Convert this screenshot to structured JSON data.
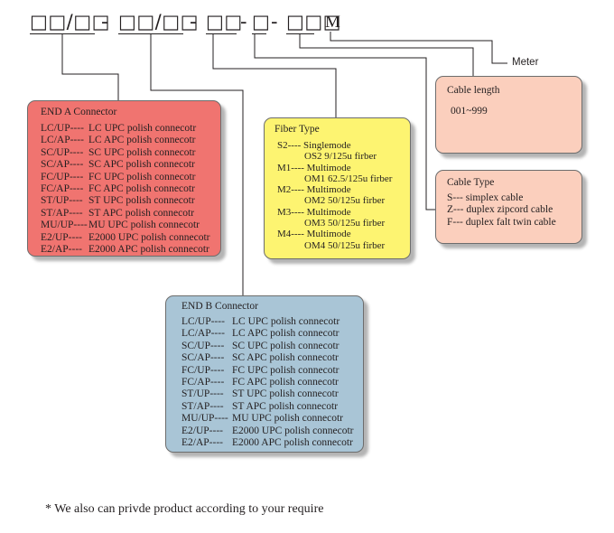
{
  "code": {
    "seg1": "□□/□□",
    "dash1": "-",
    "seg2": "□□/□□",
    "dash2": "-",
    "seg3": "□□",
    "dash3": "-",
    "seg4": "□",
    "dash4": "-",
    "seg5": "□□□",
    "seg6": "M"
  },
  "meter_label": "Meter",
  "end_a": {
    "title": "END A Connector",
    "items": [
      {
        "code": "LC/UP----",
        "desc": "LC UPC polish connecotr"
      },
      {
        "code": "LC/AP----",
        "desc": "LC APC polish connecotr"
      },
      {
        "code": "SC/UP----",
        "desc": "SC UPC polish connecotr"
      },
      {
        "code": "SC/AP----",
        "desc": "SC APC polish connecotr"
      },
      {
        "code": "FC/UP----",
        "desc": "FC UPC polish connecotr"
      },
      {
        "code": "FC/AP----",
        "desc": "FC APC polish connecotr"
      },
      {
        "code": "ST/UP----",
        "desc": "ST UPC polish connecotr"
      },
      {
        "code": "ST/AP----",
        "desc": "ST APC polish connecotr"
      },
      {
        "code": "MU/UP----",
        "desc": "MU UPC polish connecotr"
      },
      {
        "code": "E2/UP----",
        "desc": "E2000 UPC polish connecotr"
      },
      {
        "code": "E2/AP----",
        "desc": "E2000 APC polish connecotr"
      }
    ]
  },
  "end_b": {
    "title": "END B Connector",
    "items": [
      {
        "code": "LC/UP----",
        "desc": "LC UPC polish connecotr"
      },
      {
        "code": "LC/AP----",
        "desc": "LC APC polish connecotr"
      },
      {
        "code": "SC/UP----",
        "desc": "SC UPC polish connecotr"
      },
      {
        "code": "SC/AP----",
        "desc": "SC APC polish connecotr"
      },
      {
        "code": "FC/UP----",
        "desc": "FC UPC polish connecotr"
      },
      {
        "code": "FC/AP----",
        "desc": "FC APC polish connecotr"
      },
      {
        "code": "ST/UP----",
        "desc": "ST UPC polish connecotr"
      },
      {
        "code": "ST/AP----",
        "desc": "ST APC polish connecotr"
      },
      {
        "code": "MU/UP----",
        "desc": "MU UPC polish connecotr"
      },
      {
        "code": "E2/UP----",
        "desc": "E2000 UPC polish connecotr"
      },
      {
        "code": "E2/AP----",
        "desc": "E2000 APC polish connecotr"
      }
    ]
  },
  "fiber": {
    "title": "Fiber Type",
    "lines": [
      {
        "text": "S2---- Singlemode",
        "indent": false
      },
      {
        "text": "OS2 9/125u  firber",
        "indent": true
      },
      {
        "text": "M1---- Multimode",
        "indent": false
      },
      {
        "text": "OM1 62.5/125u firber",
        "indent": true
      },
      {
        "text": "M2---- Multimode",
        "indent": false
      },
      {
        "text": "OM2 50/125u firber",
        "indent": true
      },
      {
        "text": "M3---- Multimode",
        "indent": false
      },
      {
        "text": "OM3 50/125u firber",
        "indent": true
      },
      {
        "text": "M4---- Multimode",
        "indent": false
      },
      {
        "text": "OM4 50/125u firber",
        "indent": true
      }
    ]
  },
  "cable_length": {
    "title": "Cable length",
    "value": "001~999"
  },
  "cable_type": {
    "title": "Cable Type",
    "items": [
      "S--- simplex cable",
      "Z--- duplex zipcord cable",
      "F--- duplex falt twin cable"
    ]
  },
  "note": "* We also can privde product according to your require"
}
